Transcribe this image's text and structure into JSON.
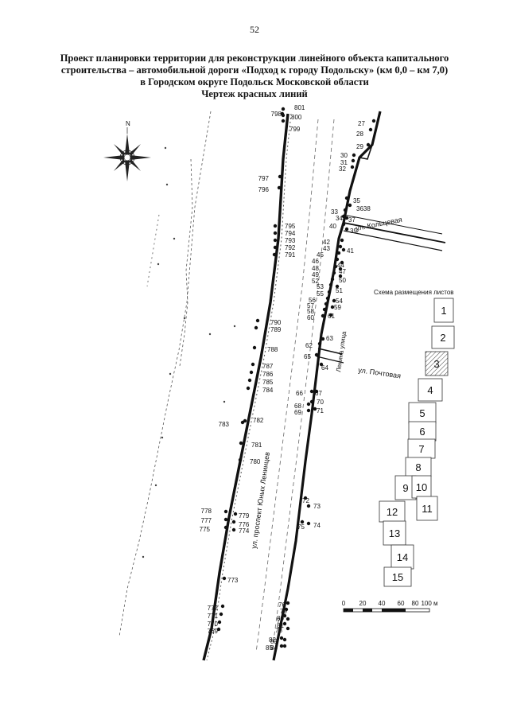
{
  "page_number": "52",
  "title": {
    "line1": "Проект планировки территории для реконструкции линейного объекта капитального",
    "line2": "строительства – автомобильной дороги «Подход к городу Подольску» (км 0,0 – км 7,0)",
    "line3": "в Городском округе Подольск Московской области",
    "line4": "Чертеж красных линий"
  },
  "streets": {
    "koltsevaya": "ул. Кольцевая",
    "pochtovaya": "ул. Почтовая",
    "yunykh_lenintsev": "ул. проспект Юных Ленинцев",
    "small": "Ленина улица"
  },
  "compass": {
    "north": "N"
  },
  "scale_bar": {
    "ticks": [
      "0",
      "20",
      "40",
      "60",
      "80",
      "100 м"
    ]
  },
  "sheet_scheme": {
    "title": "Схема размещения листов",
    "sheets": [
      "1",
      "2",
      "3",
      "4",
      "5",
      "6",
      "7",
      "8",
      "9",
      "10",
      "11",
      "12",
      "13",
      "14",
      "15"
    ],
    "highlighted": "3"
  },
  "left_points": [
    "801",
    "800",
    "798",
    "799",
    "797",
    "796",
    "795",
    "794",
    "793",
    "792",
    "791",
    "790",
    "789",
    "788",
    "787",
    "786",
    "785",
    "784",
    "783",
    "782",
    "781",
    "780",
    "778",
    "779",
    "777",
    "776",
    "775",
    "774",
    "773",
    "772",
    "771",
    "770",
    "769"
  ],
  "right_points": [
    "27",
    "28",
    "29",
    "30",
    "31",
    "32",
    "35",
    "3638",
    "33",
    "34",
    "37",
    "40",
    "39",
    "42",
    "43",
    "41",
    "45",
    "46",
    "44",
    "48",
    "47",
    "49",
    "50",
    "52",
    "53",
    "51",
    "55",
    "56",
    "54",
    "57",
    "58",
    "59",
    "60",
    "61",
    "62",
    "63",
    "65",
    "64",
    "66",
    "67",
    "68",
    "70",
    "69",
    "71",
    "72",
    "73",
    "75",
    "74",
    "76",
    "79",
    "80",
    "77",
    "81",
    "78",
    "82",
    "83",
    "85",
    "84"
  ]
}
